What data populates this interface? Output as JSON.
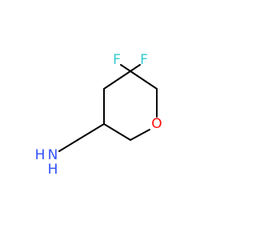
{
  "molecule": {
    "atoms": {
      "fluorine_1": {
        "symbol": "F",
        "color": "#33cccc"
      },
      "fluorine_2": {
        "symbol": "F",
        "color": "#33cccc"
      },
      "oxygen": {
        "symbol": "O",
        "color": "#ff0d0d"
      },
      "nitrogen": {
        "symbol": "N",
        "color": "#3050f8"
      },
      "amine_h1": {
        "symbol": "H",
        "color": "#3050f8"
      },
      "amine_h2": {
        "symbol": "H",
        "color": "#3050f8"
      }
    },
    "bond_color": "#000000"
  }
}
